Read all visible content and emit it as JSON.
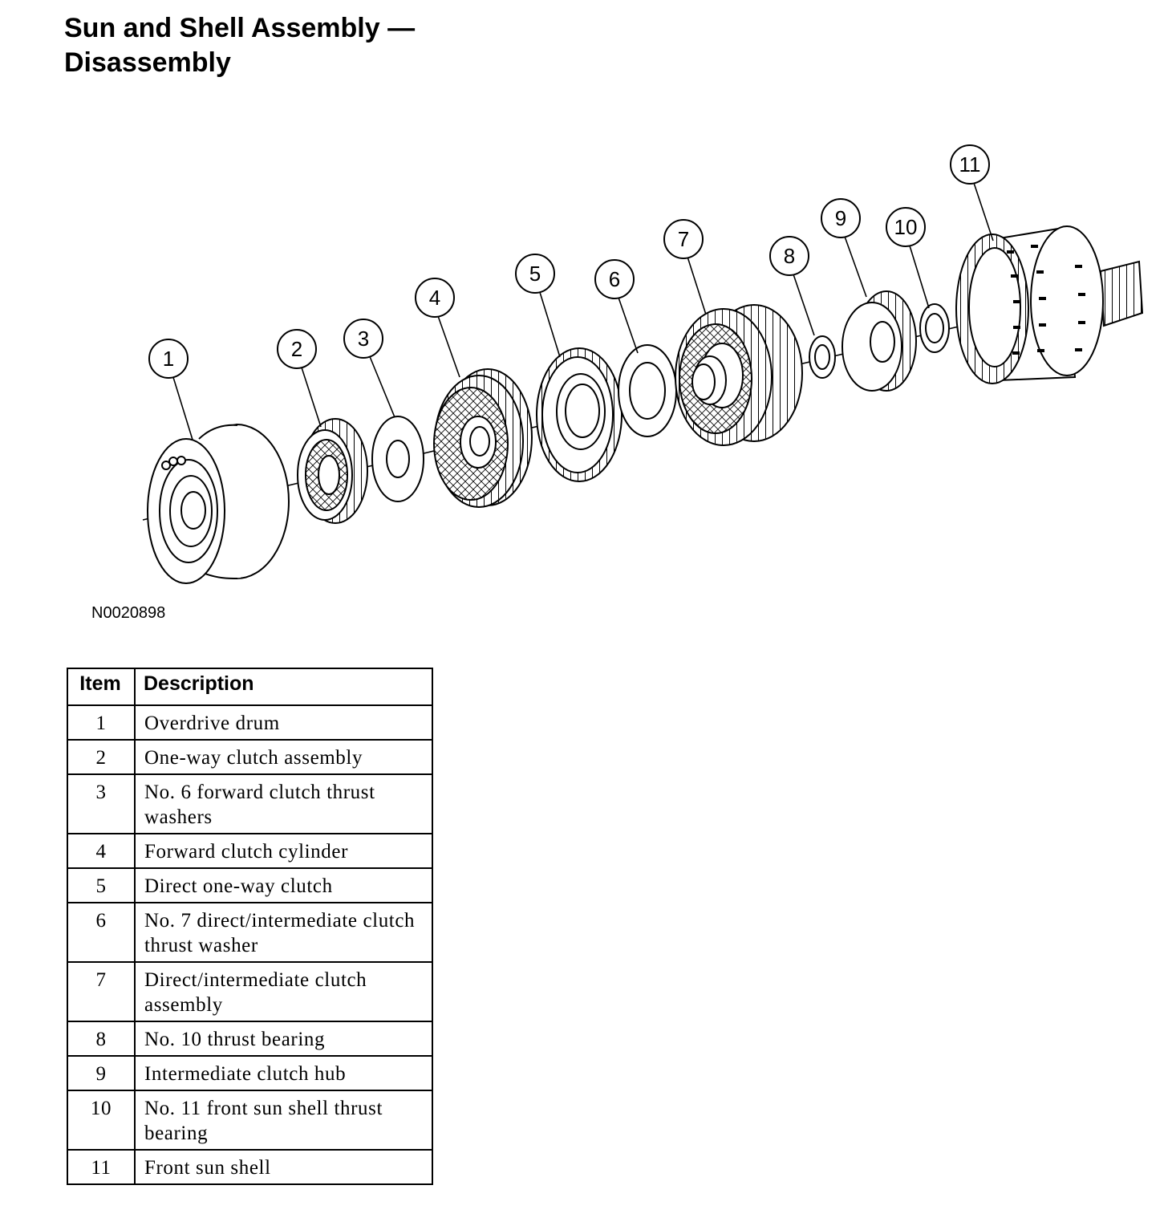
{
  "title": {
    "line1": "Sun and Shell Assembly —",
    "line2": "Disassembly"
  },
  "figure_id": "N0020898",
  "callouts": [
    "1",
    "2",
    "3",
    "4",
    "5",
    "6",
    "7",
    "8",
    "9",
    "10",
    "11"
  ],
  "legend": {
    "headers": {
      "item": "Item",
      "description": "Description"
    },
    "rows": [
      {
        "item": "1",
        "description": "Overdrive drum"
      },
      {
        "item": "2",
        "description": "One-way clutch assembly"
      },
      {
        "item": "3",
        "description": "No. 6 forward clutch thrust washers"
      },
      {
        "item": "4",
        "description": "Forward clutch cylinder"
      },
      {
        "item": "5",
        "description": "Direct one-way clutch"
      },
      {
        "item": "6",
        "description": "No. 7 direct/intermediate clutch thrust washer"
      },
      {
        "item": "7",
        "description": "Direct/intermediate clutch assembly"
      },
      {
        "item": "8",
        "description": "No. 10 thrust bearing"
      },
      {
        "item": "9",
        "description": "Intermediate clutch hub"
      },
      {
        "item": "10",
        "description": "No. 11 front sun shell thrust bearing"
      },
      {
        "item": "11",
        "description": "Front sun shell"
      }
    ]
  }
}
